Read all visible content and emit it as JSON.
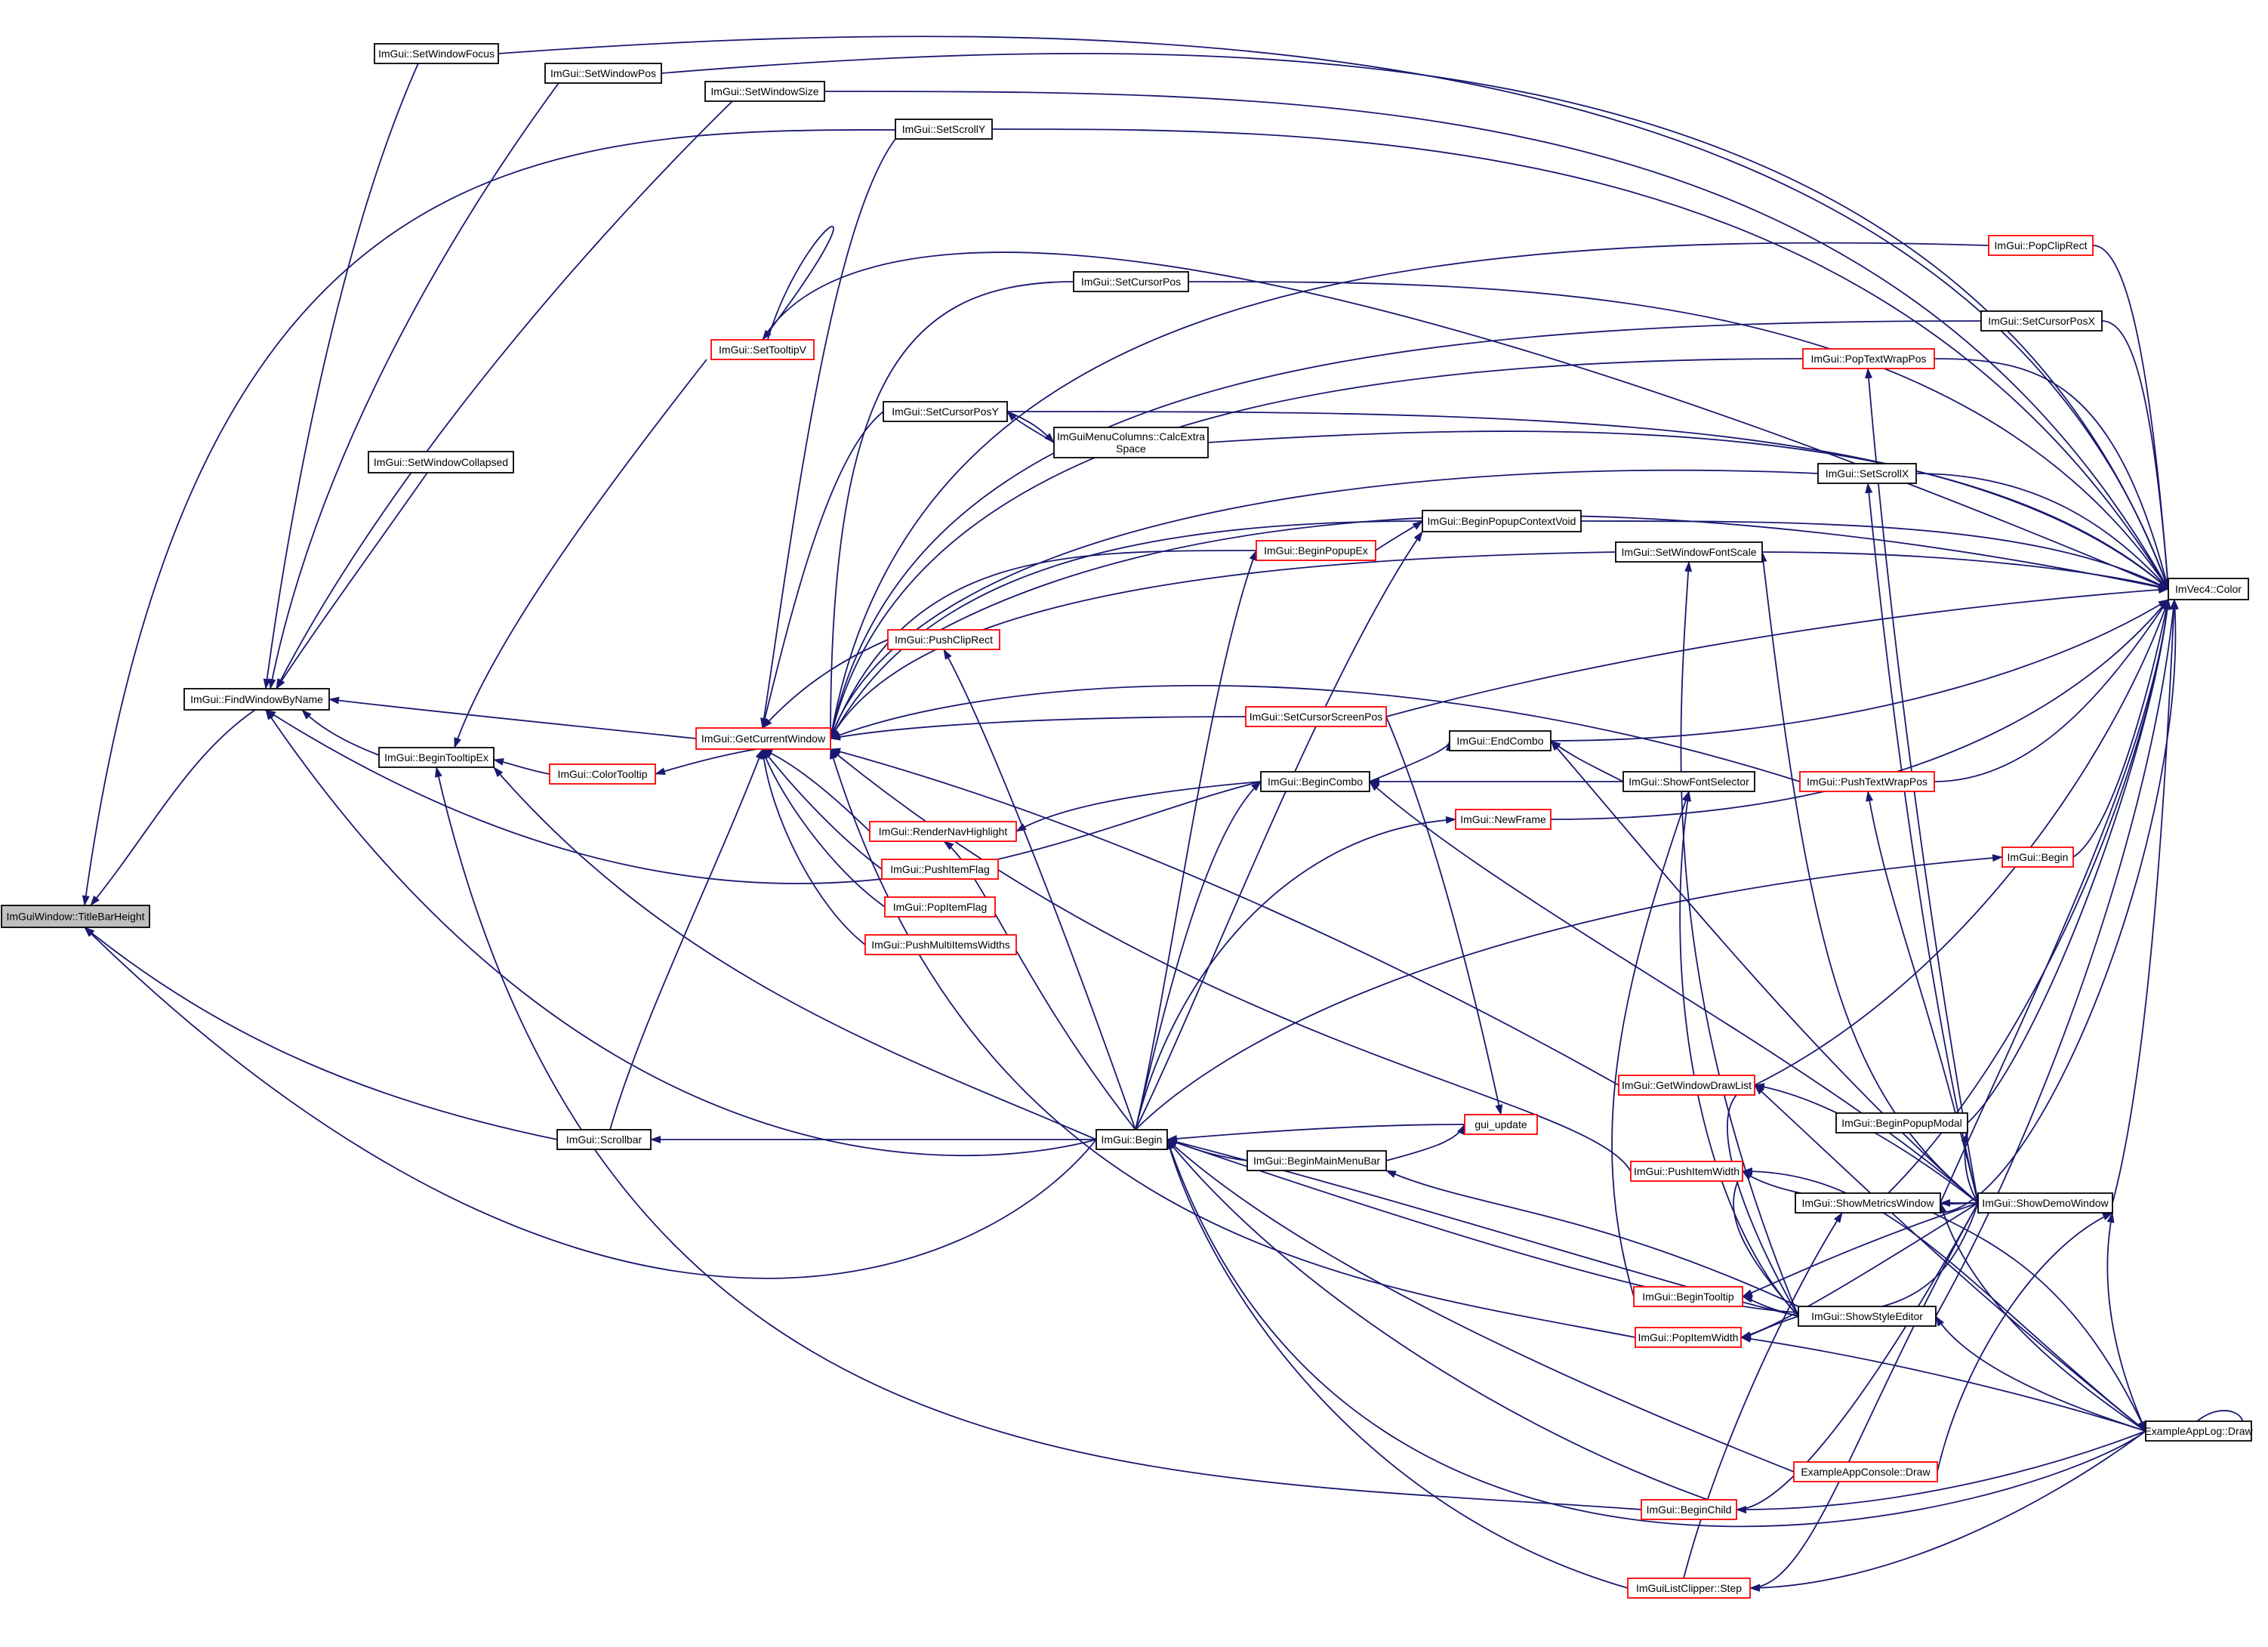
{
  "graph": {
    "root": "ImGuiWindow::TitleBarHeight",
    "edge_color": "#191970",
    "incomplete_border_color": "#ff0000",
    "nodes": [
      {
        "id": "titlebar",
        "label": "ImGuiWindow::TitleBarHeight",
        "style": "root"
      },
      {
        "id": "setwindowfocus",
        "label": "ImGui::SetWindowFocus",
        "style": "normal"
      },
      {
        "id": "setwindowpos",
        "label": "ImGui::SetWindowPos",
        "style": "normal"
      },
      {
        "id": "setwindowsize",
        "label": "ImGui::SetWindowSize",
        "style": "normal"
      },
      {
        "id": "setscrolly",
        "label": "ImGui::SetScrollY",
        "style": "normal"
      },
      {
        "id": "settooltipv",
        "label": "ImGui::SetTooltipV",
        "style": "red"
      },
      {
        "id": "setwindowcollapsed",
        "label": "ImGui::SetWindowCollapsed",
        "style": "normal"
      },
      {
        "id": "findwindowbyname",
        "label": "ImGui::FindWindowByName",
        "style": "normal"
      },
      {
        "id": "begintooltipex",
        "label": "ImGui::BeginTooltipEx",
        "style": "normal"
      },
      {
        "id": "colortooltip",
        "label": "ImGui::ColorTooltip",
        "style": "red"
      },
      {
        "id": "getcurrentwindow",
        "label": "ImGui::GetCurrentWindow",
        "style": "red"
      },
      {
        "id": "scrollbar",
        "label": "ImGui::Scrollbar",
        "style": "normal"
      },
      {
        "id": "setcursorpos",
        "label": "ImGui::SetCursorPos",
        "style": "normal"
      },
      {
        "id": "setcursorposy",
        "label": "ImGui::SetCursorPosY",
        "style": "normal"
      },
      {
        "id": "calcextraspace",
        "label": [
          "ImGuiMenuColumns::CalcExtra",
          "Space"
        ],
        "style": "normal"
      },
      {
        "id": "pushcliprect",
        "label": "ImGui::PushClipRect",
        "style": "red"
      },
      {
        "id": "rendernavhighlight",
        "label": "ImGui::RenderNavHighlight",
        "style": "red"
      },
      {
        "id": "pushitemflag",
        "label": "ImGui::PushItemFlag",
        "style": "red"
      },
      {
        "id": "popitemflag",
        "label": "ImGui::PopItemFlag",
        "style": "red"
      },
      {
        "id": "pushmultiitemswidths",
        "label": "ImGui::PushMultiItemsWidths",
        "style": "red"
      },
      {
        "id": "begin",
        "label": "ImGui::Begin",
        "style": "normal"
      },
      {
        "id": "beginpopupex",
        "label": "ImGui::BeginPopupEx",
        "style": "red"
      },
      {
        "id": "beginpopupcontextvoid",
        "label": "ImGui::BeginPopupContextVoid",
        "style": "normal"
      },
      {
        "id": "setcursorscreenpos",
        "label": "ImGui::SetCursorScreenPos",
        "style": "red"
      },
      {
        "id": "begincombo",
        "label": "ImGui::BeginCombo",
        "style": "normal"
      },
      {
        "id": "endcombo",
        "label": "ImGui::EndCombo",
        "style": "normal"
      },
      {
        "id": "newframe",
        "label": "ImGui::NewFrame",
        "style": "red"
      },
      {
        "id": "beginmainmenubar",
        "label": "ImGui::BeginMainMenuBar",
        "style": "normal"
      },
      {
        "id": "popcliprect",
        "label": "ImGui::PopClipRect",
        "style": "red"
      },
      {
        "id": "setcursorposx",
        "label": "ImGui::SetCursorPosX",
        "style": "normal"
      },
      {
        "id": "poptextwrappos",
        "label": "ImGui::PopTextWrapPos",
        "style": "red"
      },
      {
        "id": "setscrollx",
        "label": "ImGui::SetScrollX",
        "style": "normal"
      },
      {
        "id": "setwindowfontscale",
        "label": "ImGui::SetWindowFontScale",
        "style": "normal"
      },
      {
        "id": "showfontselector",
        "label": "ImGui::ShowFontSelector",
        "style": "normal"
      },
      {
        "id": "pushtextwrappos",
        "label": "ImGui::PushTextWrapPos",
        "style": "red"
      },
      {
        "id": "begin2",
        "label": "ImGui::Begin",
        "style": "red"
      },
      {
        "id": "getwindowdrawlist",
        "label": "ImGui::GetWindowDrawList",
        "style": "red"
      },
      {
        "id": "gui_update",
        "label": "gui_update",
        "style": "red"
      },
      {
        "id": "beginpopupmodal",
        "label": "ImGui::BeginPopupModal",
        "style": "normal"
      },
      {
        "id": "pushitemwidth",
        "label": "ImGui::PushItemWidth",
        "style": "red"
      },
      {
        "id": "showmetricswindow",
        "label": "ImGui::ShowMetricsWindow",
        "style": "normal"
      },
      {
        "id": "showdemowindow",
        "label": "ImGui::ShowDemoWindow",
        "style": "normal"
      },
      {
        "id": "begintooltip",
        "label": "ImGui::BeginTooltip",
        "style": "red"
      },
      {
        "id": "showstyleeditor",
        "label": "ImGui::ShowStyleEditor",
        "style": "normal"
      },
      {
        "id": "popitemwidth",
        "label": "ImGui::PopItemWidth",
        "style": "red"
      },
      {
        "id": "appconsoledraw",
        "label": "ExampleAppConsole::Draw",
        "style": "red"
      },
      {
        "id": "beginchild",
        "label": "ImGui::BeginChild",
        "style": "red"
      },
      {
        "id": "listclipperstep",
        "label": "ImGuiListClipper::Step",
        "style": "red"
      },
      {
        "id": "applogdraw",
        "label": "ExampleAppLog::Draw",
        "style": "normal"
      },
      {
        "id": "imvec4color",
        "label": "ImVec4::Color",
        "style": "normal"
      }
    ]
  }
}
